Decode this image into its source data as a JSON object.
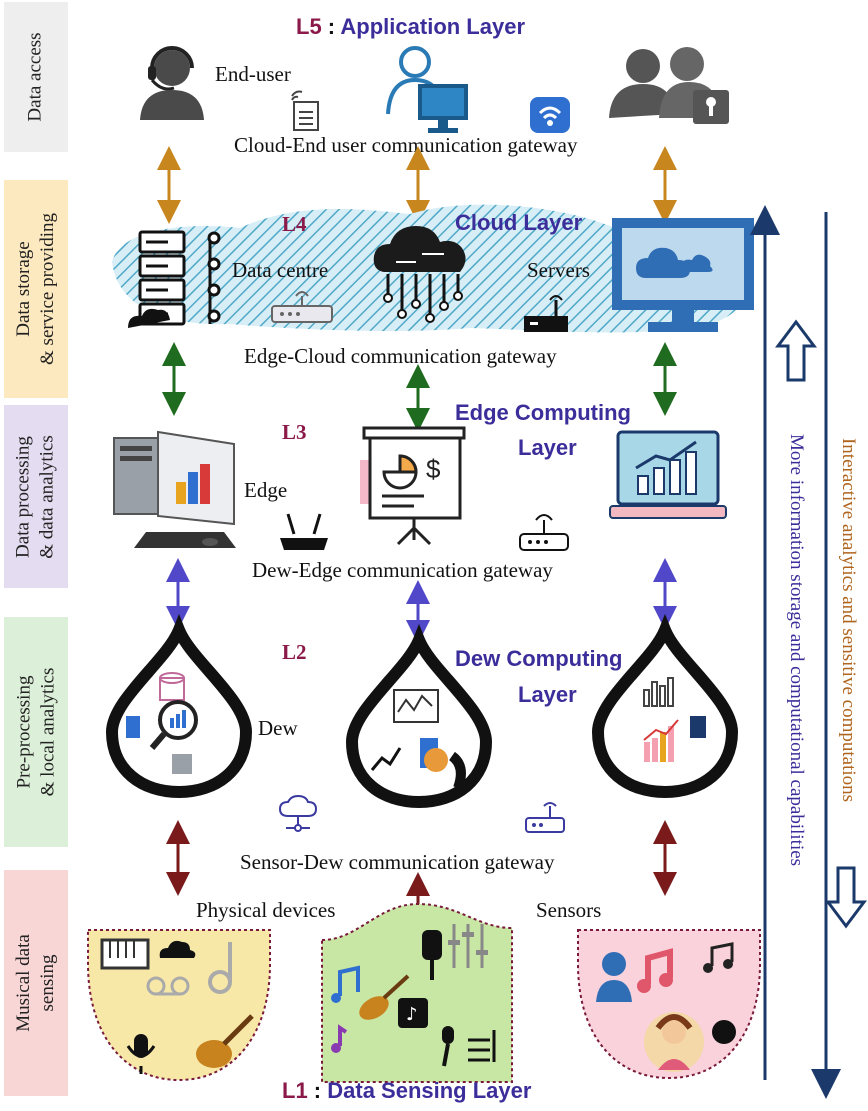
{
  "sidebar": [
    {
      "label": "Data access",
      "color": "#eeeeee"
    },
    {
      "label": "Data storage\n& service providing",
      "color": "#fde9c0"
    },
    {
      "label": "Data processing\n& data analytics",
      "color": "#e4dcf0"
    },
    {
      "label": "Pre-processing\n& local analytics",
      "color": "#dcefd8"
    },
    {
      "label": "Musical data\nsensing",
      "color": "#f9d6d6"
    }
  ],
  "layers": {
    "l5": {
      "code": "L5",
      "sep": " : ",
      "title": "Application Layer"
    },
    "l4": {
      "code": "L4",
      "title": "Cloud Layer"
    },
    "l3": {
      "code": "L3",
      "title_line1": "Edge Computing",
      "title_line2": "Layer"
    },
    "l2": {
      "code": "L2",
      "title_line1": "Dew Computing",
      "title_line2": "Layer"
    },
    "l1": {
      "code": "L1",
      "sep": " : ",
      "title": "Data Sensing Layer"
    }
  },
  "gateways": {
    "cloud_end": "Cloud-End user communication gateway",
    "edge_cloud": "Edge-Cloud communication gateway",
    "dew_edge": "Dew-Edge communication gateway",
    "sensor_dew": "Sensor-Dew communication gateway"
  },
  "labels": {
    "end_user": "End-user",
    "data_centre": "Data centre",
    "servers": "Servers",
    "edge": "Edge",
    "dew": "Dew",
    "physical_devices": "Physical devices",
    "sensors": "Sensors"
  },
  "side_arrows": {
    "up_text": "More information storage and computational capabilities",
    "down_text": "Interactive analytics and sensitive computations"
  },
  "colors": {
    "layer_title": "#3b2e9a",
    "layer_code": "#8b1a4a",
    "arrow_orange": "#c8861e",
    "arrow_green": "#1f6b1f",
    "arrow_purple": "#5048c8",
    "arrow_red": "#7a1a1a",
    "cloud_hatch": "#4fa8c8",
    "navy": "#1b3a6b",
    "brown_text": "#b0651e"
  }
}
